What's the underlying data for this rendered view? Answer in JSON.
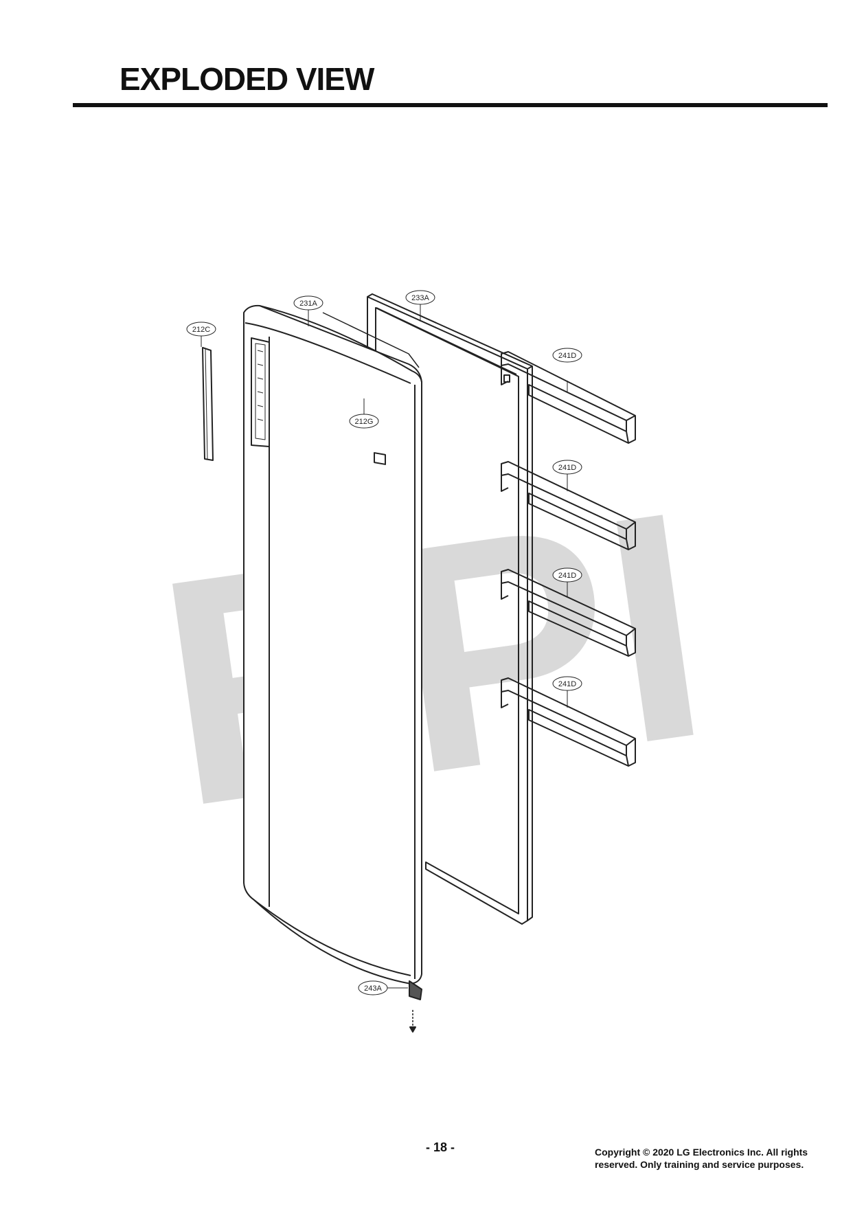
{
  "header": {
    "title": "EXPLODED VIEW"
  },
  "watermark": {
    "text": "RPI",
    "color": "#d9d9d9"
  },
  "callouts": {
    "c212c": "212C",
    "c231a": "231A",
    "c233a": "233A",
    "c212g": "212G",
    "c241d_1": "241D",
    "c241d_2": "241D",
    "c241d_3": "241D",
    "c241d_4": "241D",
    "c243a": "243A"
  },
  "footer": {
    "page_number": "- 18 -",
    "copyright_line1": "Copyright © 2020 LG Electronics Inc. All rights",
    "copyright_line2": "reserved. Only training and service purposes."
  }
}
